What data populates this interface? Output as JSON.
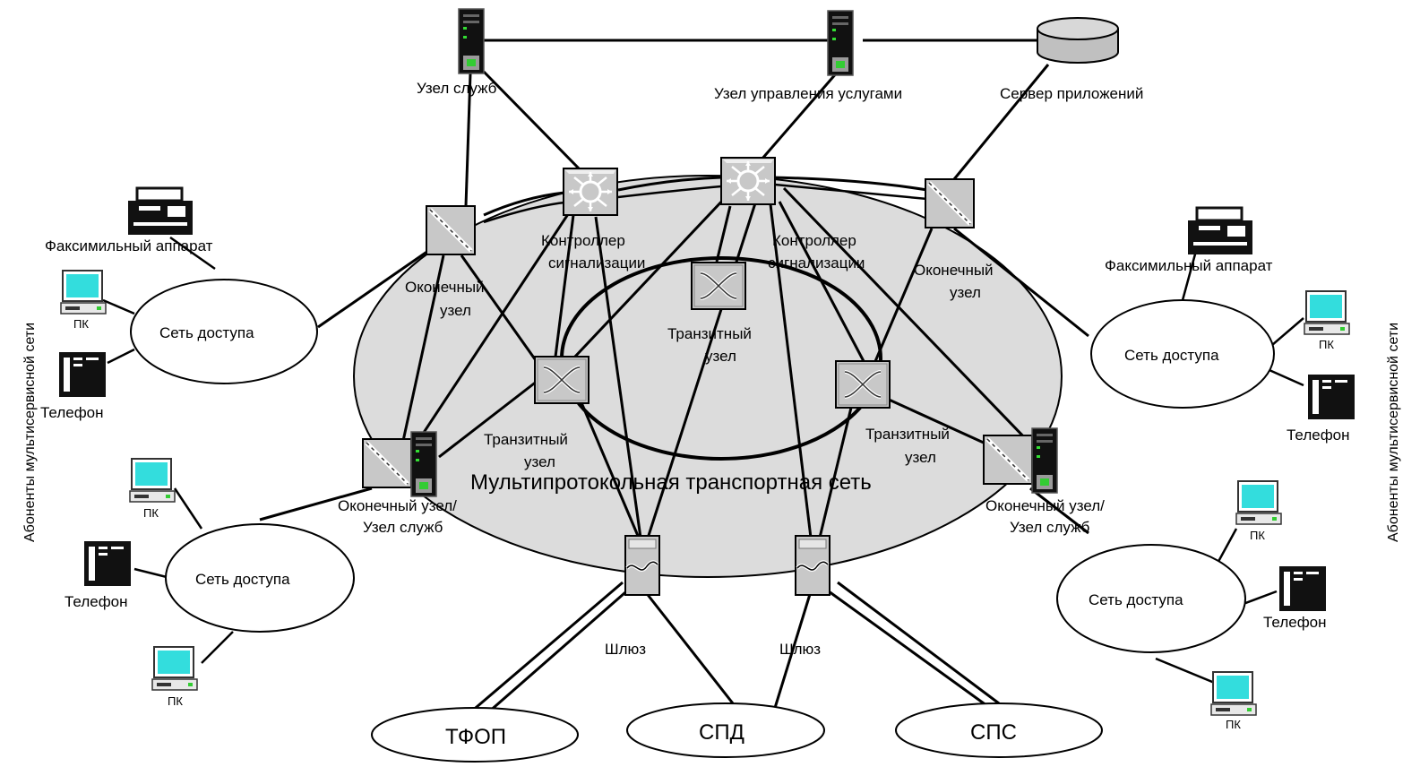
{
  "side_labels": {
    "left": "Абоненты мультисервисной сети",
    "right": "Абоненты мультисервисной сети"
  },
  "core": {
    "transport_network": "Мультипротокольная транспортная сеть"
  },
  "top_nodes": {
    "service_node": "Узел служб",
    "service_control_node": "Узел управления услугами",
    "app_server": "Сервер приложений"
  },
  "controllers": {
    "left_line1": "Контроллер",
    "left_line2": "сигнализации",
    "right_line1": "Контроллер",
    "right_line2": "сигнализации"
  },
  "terminal_nodes": {
    "left_line1": "Оконечный",
    "left_line2": "узел",
    "right_line1": "Оконечный",
    "right_line2": "узел",
    "bottom_left_line1": "Оконечный узел/",
    "bottom_left_line2": "Узел служб",
    "bottom_right_line1": "Оконечный узел/",
    "bottom_right_line2": "Узел служб"
  },
  "transit_nodes": {
    "center_line1": "Транзитный",
    "center_line2": "узел",
    "left_line1": "Транзитный",
    "left_line2": "узел",
    "right_line1": "Транзитный",
    "right_line2": "узел"
  },
  "gateways": {
    "left": "Шлюз",
    "right": "Шлюз"
  },
  "external_networks": {
    "pstn": "ТФОП",
    "data": "СПД",
    "mobile": "СПС"
  },
  "access_networks": {
    "top_left": "Сеть доступа",
    "bottom_left": "Сеть доступа",
    "top_right": "Сеть доступа",
    "bottom_right": "Сеть доступа"
  },
  "devices": {
    "fax_left": "Факсимильный аппарат",
    "fax_right": "Факсимильный аппарат",
    "pc": "ПК",
    "phone": "Телефон"
  },
  "colors": {
    "core_fill": "#dcdcdc",
    "device_fill": "#c8c8c8",
    "screen": "#33dddd",
    "server": "#111111"
  }
}
